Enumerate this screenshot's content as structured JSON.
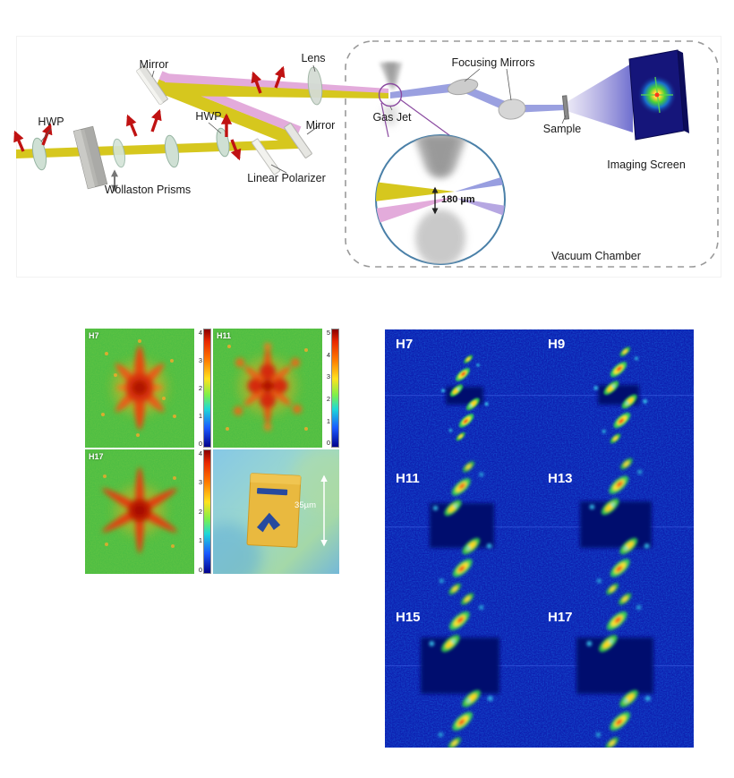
{
  "figure": {
    "setup": {
      "labels": {
        "mirror_top": "Mirror",
        "lens": "Lens",
        "focusing_mirrors": "Focusing Mirrors",
        "hwp_left": "HWP",
        "hwp_mid": "HWP",
        "mirror_right": "Mirror",
        "gas_jet": "Gas Jet",
        "sample": "Sample",
        "linear_polarizer": "Linear Polarizer",
        "wollaston_prisms": "Wollaston Prisms",
        "gap": "180 µm",
        "imaging_screen": "Imaging Screen",
        "vacuum_chamber": "Vacuum Chamber"
      },
      "colors": {
        "beam_yellow": "#d6c71e",
        "beam_pink": "#e3abdb",
        "beam_blue": "#8f96dd",
        "polarization_arrow_red": "#c01212",
        "screen_navy": "#15157a"
      }
    },
    "heatmaps": {
      "panels": [
        {
          "label": "H7",
          "ticks": [
            "4",
            "3",
            "2",
            "1",
            "0"
          ]
        },
        {
          "label": "H11",
          "ticks": [
            "5",
            "4",
            "3",
            "2",
            "1",
            "0"
          ]
        },
        {
          "label": "H17",
          "ticks": [
            "4",
            "3",
            "2",
            "1",
            "0"
          ]
        },
        {
          "label": "",
          "scalebar": "35µm"
        }
      ],
      "colors": {
        "background_green": "#46bf44",
        "hotspot_red": "#d8320a"
      }
    },
    "diffraction": {
      "labels": [
        "H7",
        "H9",
        "H11",
        "H13",
        "H15",
        "H17"
      ],
      "colors": {
        "background_blue": "#0a16b0",
        "block_navy": "#060e6e"
      }
    }
  }
}
